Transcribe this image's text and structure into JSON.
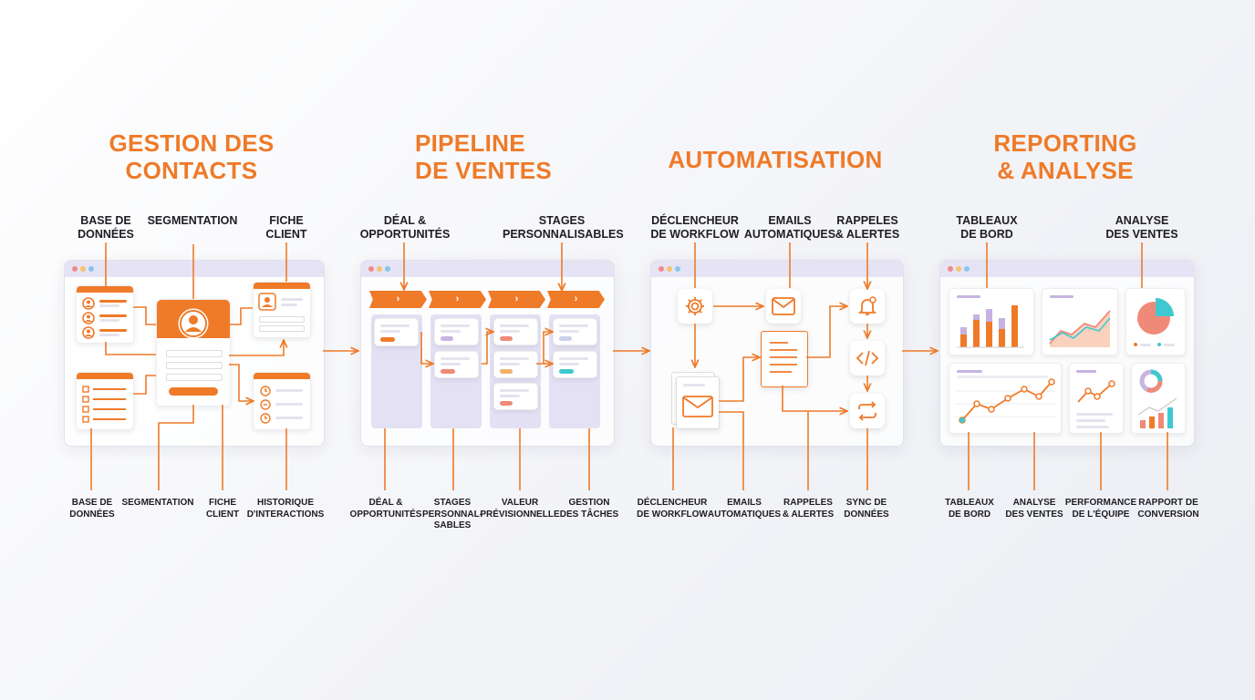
{
  "sections": [
    {
      "title": "GESTION DES\nCONTACTS",
      "top_labels": [
        "BASE DE\nDONNÉES",
        "SEGMENTATION",
        "FICHE\nCLIENT"
      ],
      "bottom_labels": [
        "BASE DE\nDONNÉES",
        "SEGMENTATION",
        "FICHE\nCLIENT",
        "HISTORIQUE\nD'INTERACTIONS"
      ]
    },
    {
      "title": "PIPELINE\nDE VENTES",
      "top_labels": [
        "DÉAL &\nOPPORTUNITÉS",
        "STAGES\nPERSONNALISABLES"
      ],
      "bottom_labels": [
        "DÉAL &\nOPPORTUNITÉS",
        "STAGES\nPERSONNAL-\nSABLES",
        "VALEUR\nPRÉVISIONNELLE",
        "GESTION\nDES TÂCHES"
      ],
      "stage_glyph": "›"
    },
    {
      "title": "AUTOMATISATION",
      "top_labels": [
        "DÉCLENCHEUR\nDE WORKFLOW",
        "EMAILS\nAUTOMATIQUES",
        "RAPPELES\n& ALERTES"
      ],
      "bottom_labels": [
        "DÉCLENCHEUR\nDE WORKFLOW",
        "EMAILS\nAUTOMATIQUES",
        "RAPPELES\n& ALERTES",
        "SYNC DE\nDONNÉES"
      ]
    },
    {
      "title": "REPORTING\n& ANALYSE",
      "top_labels": [
        "TABLEAUX\nDE BORD",
        "ANALYSE\nDES VENTES"
      ],
      "bottom_labels": [
        "TABLEAUX\nDE BORD",
        "ANALYSE\nDES VENTES",
        "PERFORMANCE\nDE L'ÉQUIPE",
        "RAPPORT DE\nCONVERSION"
      ]
    }
  ],
  "colors": {
    "accent": "#ef7a28",
    "text": "#1d1d22",
    "lavender": "#e3e1f3",
    "teal": "#3ec9d1",
    "purple": "#c6b3e0",
    "salmon": "#f08a78"
  },
  "icons": [
    "user-icon",
    "gear-icon",
    "mail-icon",
    "document-icon",
    "bell-icon",
    "code-icon",
    "sync-icon",
    "history-icon",
    "pie-chart-icon",
    "donut-chart-icon"
  ]
}
